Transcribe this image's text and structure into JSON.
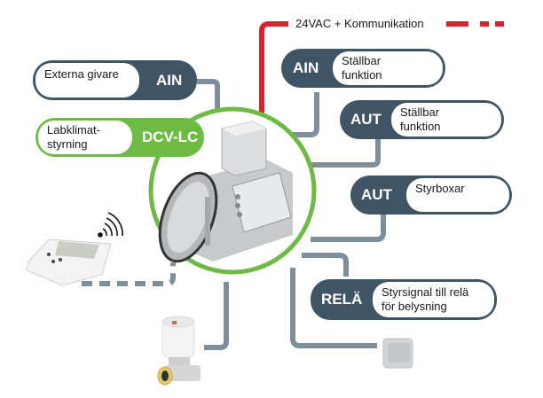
{
  "legend": {
    "label": "24VAC + Kommunikation",
    "line_color": "#d42430"
  },
  "colors": {
    "pill_dark": "#3f5566",
    "pill_green": "#6dbb45",
    "wire": "#7f8e9b",
    "power_wire": "#d42430"
  },
  "central_unit": {
    "name": "DCV-LC damper unit",
    "icon": "damper-unit-image"
  },
  "nodes": [
    {
      "id": "externa-givare",
      "code": "AIN",
      "description": "Externa givare"
    },
    {
      "id": "labklimat",
      "code": "DCV-LC",
      "description": "Labklimat-\nstyrning"
    },
    {
      "id": "ain-stallbar",
      "code": "AIN",
      "description": "Ställbar\nfunktion"
    },
    {
      "id": "aut-stallbar",
      "code": "AUT",
      "description": "Ställbar\nfunktion"
    },
    {
      "id": "aut-styrboxar",
      "code": "AUT",
      "description": "Styrboxar"
    },
    {
      "id": "rela",
      "code": "RELÄ",
      "description": "Styrsignal till relä\nför belysning"
    }
  ],
  "devices": [
    {
      "name": "wireless-room-controller",
      "icon": "room-controller-icon",
      "connection": "dashed"
    },
    {
      "name": "valve-actuator",
      "icon": "valve-actuator-icon",
      "connection": "solid"
    },
    {
      "name": "light-switch",
      "icon": "switch-icon",
      "connection": "solid"
    }
  ]
}
